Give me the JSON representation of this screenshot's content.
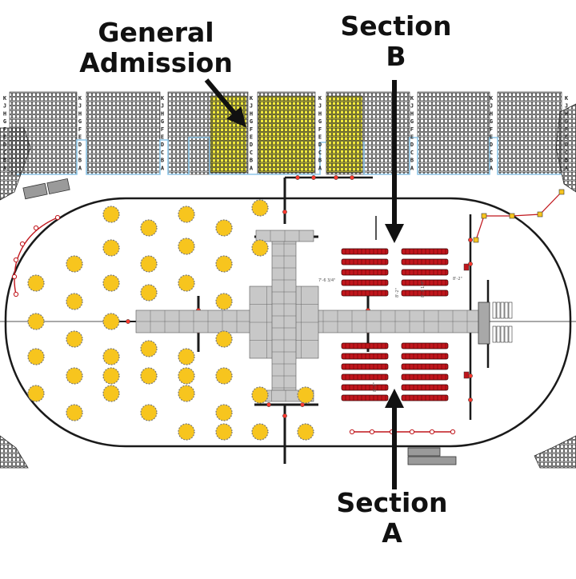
{
  "labels": {
    "general_admission_line1": "General",
    "general_admission_line2": "Admission",
    "section_b_line1": "Section",
    "section_b_line2": "B",
    "section_a_line1": "Section",
    "section_a_line2": "A"
  },
  "row_letters": [
    "K",
    "J",
    "H",
    "G",
    "F",
    "E",
    "D",
    "C",
    "B",
    "A"
  ],
  "dimension_notes": [
    "7'-6 3/4\"",
    "8'-2\"",
    "8'-2 1/4\"",
    "8'-2\"",
    "8'-2\""
  ],
  "colors": {
    "general_admission": "#f2ea3c",
    "seat_outline": "#2b2b2b",
    "stands_trim": "#8ec6e8",
    "table": "#f7c51e",
    "section_seats": "#c0161c",
    "stage": "#c8c8c8",
    "ink": "#111111"
  }
}
